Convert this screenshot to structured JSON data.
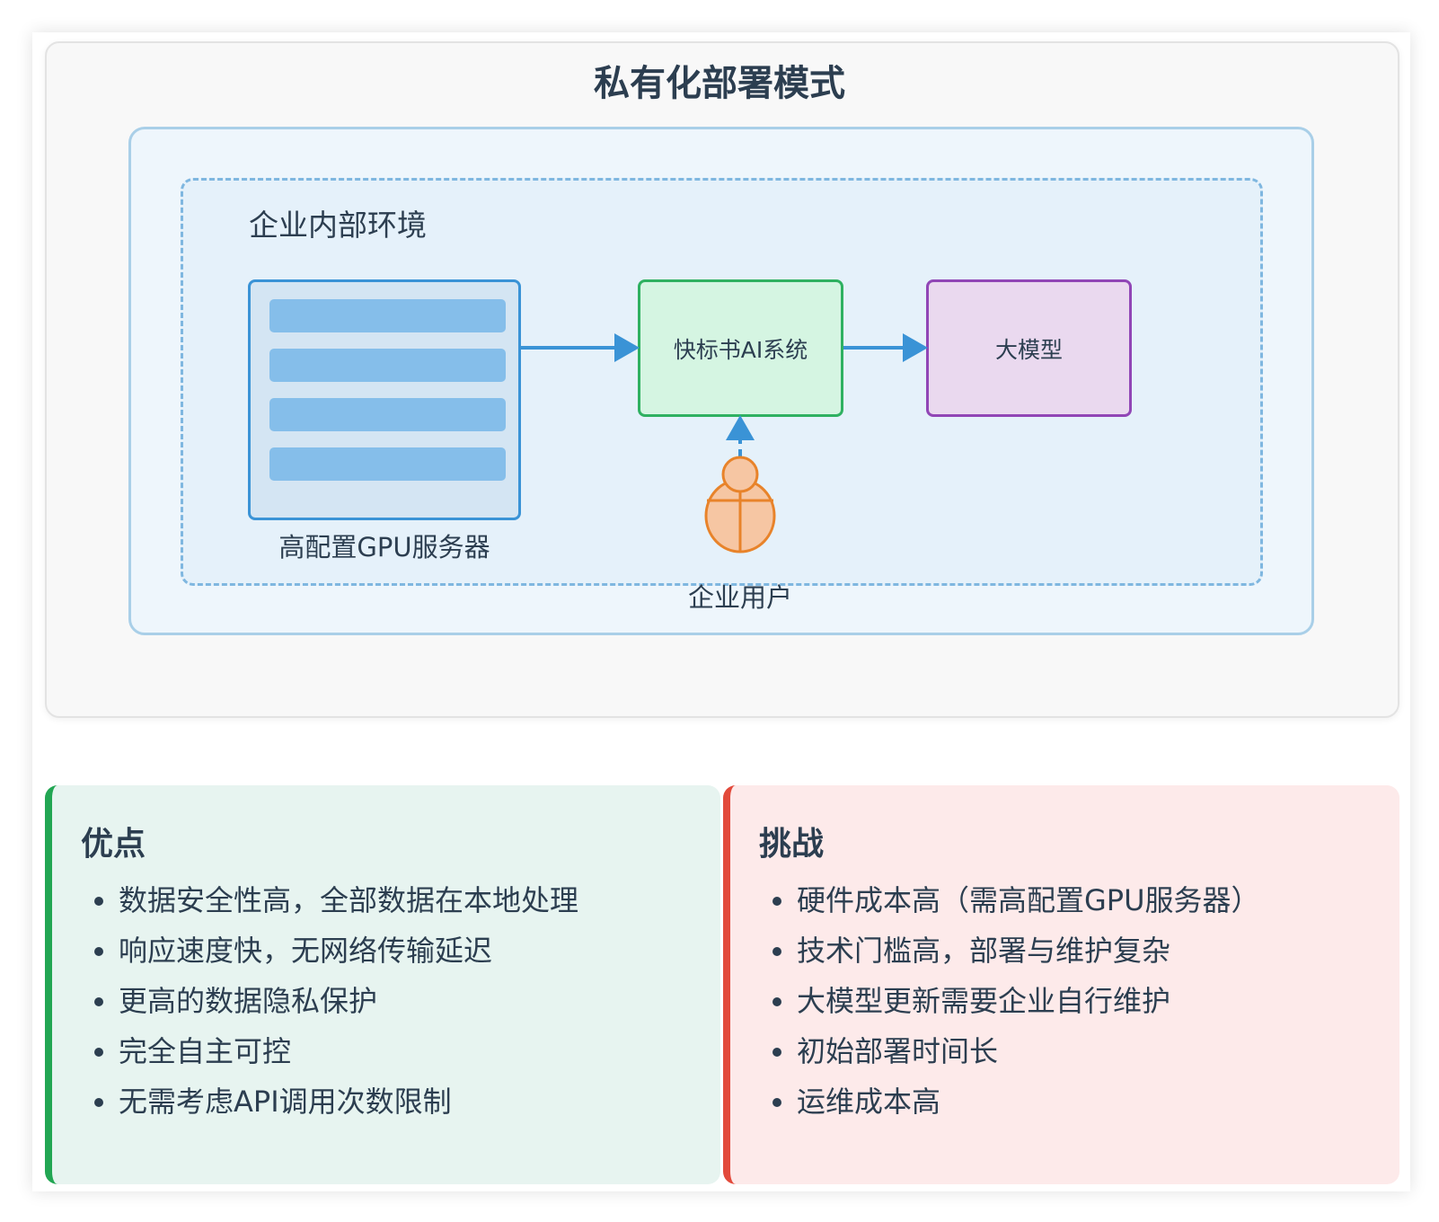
{
  "diagram": {
    "title": "私有化部署模式",
    "environment_label": "企业内部环境",
    "gpu_server_label": "高配置GPU服务器",
    "ai_system_label": "快标书AI系统",
    "model_label": "大模型",
    "user_label": "企业用户"
  },
  "pros": {
    "title": "优点",
    "items": [
      "数据安全性高，全部数据在本地处理",
      "响应速度快，无网络传输延迟",
      "更高的数据隐私保护",
      "完全自主可控",
      "无需考虑API调用次数限制"
    ]
  },
  "cons": {
    "title": "挑战",
    "items": [
      "硬件成本高（需高配置GPU服务器）",
      "技术门槛高，部署与维护复杂",
      "大模型更新需要企业自行维护",
      "初始部署时间长",
      "运维成本高"
    ]
  },
  "colors": {
    "gpu_border": "#3a93d6",
    "ai_border": "#2fb161",
    "model_border": "#9146b6",
    "user_stroke": "#e8832a",
    "pros_accent": "#22a653",
    "cons_accent": "#e24a3b"
  }
}
